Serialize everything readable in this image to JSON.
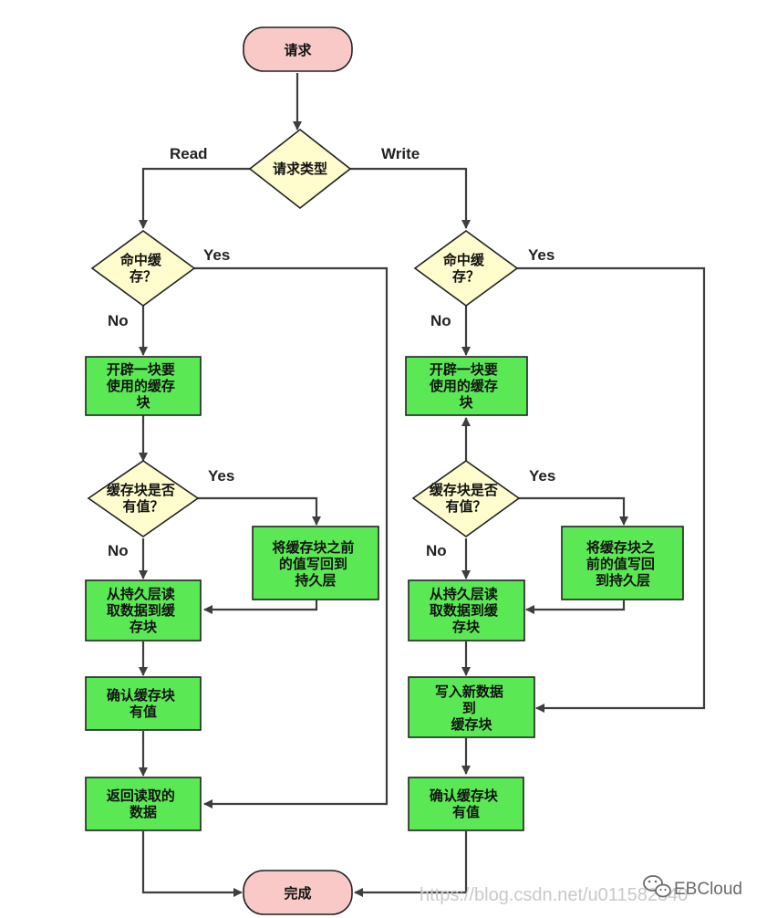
{
  "colors": {
    "terminal_fill": "#f9c9c8",
    "terminal_stroke": "#222222",
    "decision_fill": "#fffccd",
    "decision_stroke": "#222222",
    "process_fill": "#5be855",
    "process_stroke": "#222222",
    "edge": "#3e3e3e"
  },
  "nodes": {
    "start": "请求",
    "type": "请求类型",
    "r_hit": [
      "命中缓",
      "存？"
    ],
    "r_alloc": [
      "开辟一块要",
      "使用的缓存",
      "块"
    ],
    "r_hasval": [
      "缓存块是否",
      "有值？"
    ],
    "r_writeback": [
      "将缓存块之前",
      "的值写回到",
      "持久层"
    ],
    "r_read": [
      "从持久层读",
      "取数据到缓",
      "存块"
    ],
    "r_confirm": [
      "确认缓存块",
      "有值"
    ],
    "r_return": [
      "返回读取的",
      "数据"
    ],
    "w_hit": [
      "命中缓",
      "存？"
    ],
    "w_alloc": [
      "开辟一块要",
      "使用的缓存",
      "块"
    ],
    "w_hasval": [
      "缓存块是否",
      "有值？"
    ],
    "w_writeback": [
      "将缓存块之",
      "前的值写回",
      "到持久层"
    ],
    "w_read": [
      "从持久层读",
      "取数据到缓",
      "存块"
    ],
    "w_write": [
      "写入新数据",
      "到",
      "缓存块"
    ],
    "w_confirm": [
      "确认缓存块",
      "有值"
    ],
    "end": "完成"
  },
  "edge_labels": {
    "read": "Read",
    "write": "Write",
    "r_hit_yes": "Yes",
    "r_hit_no": "No",
    "r_hasval_yes": "Yes",
    "r_hasval_no": "No",
    "w_hit_yes": "Yes",
    "w_hit_no": "No",
    "w_hasval_yes": "Yes",
    "w_hasval_no": "No"
  },
  "watermark": "https://blog.csdn.net/u011582840",
  "brand": {
    "icon": "wechat-icon",
    "name": "EBCloud"
  }
}
